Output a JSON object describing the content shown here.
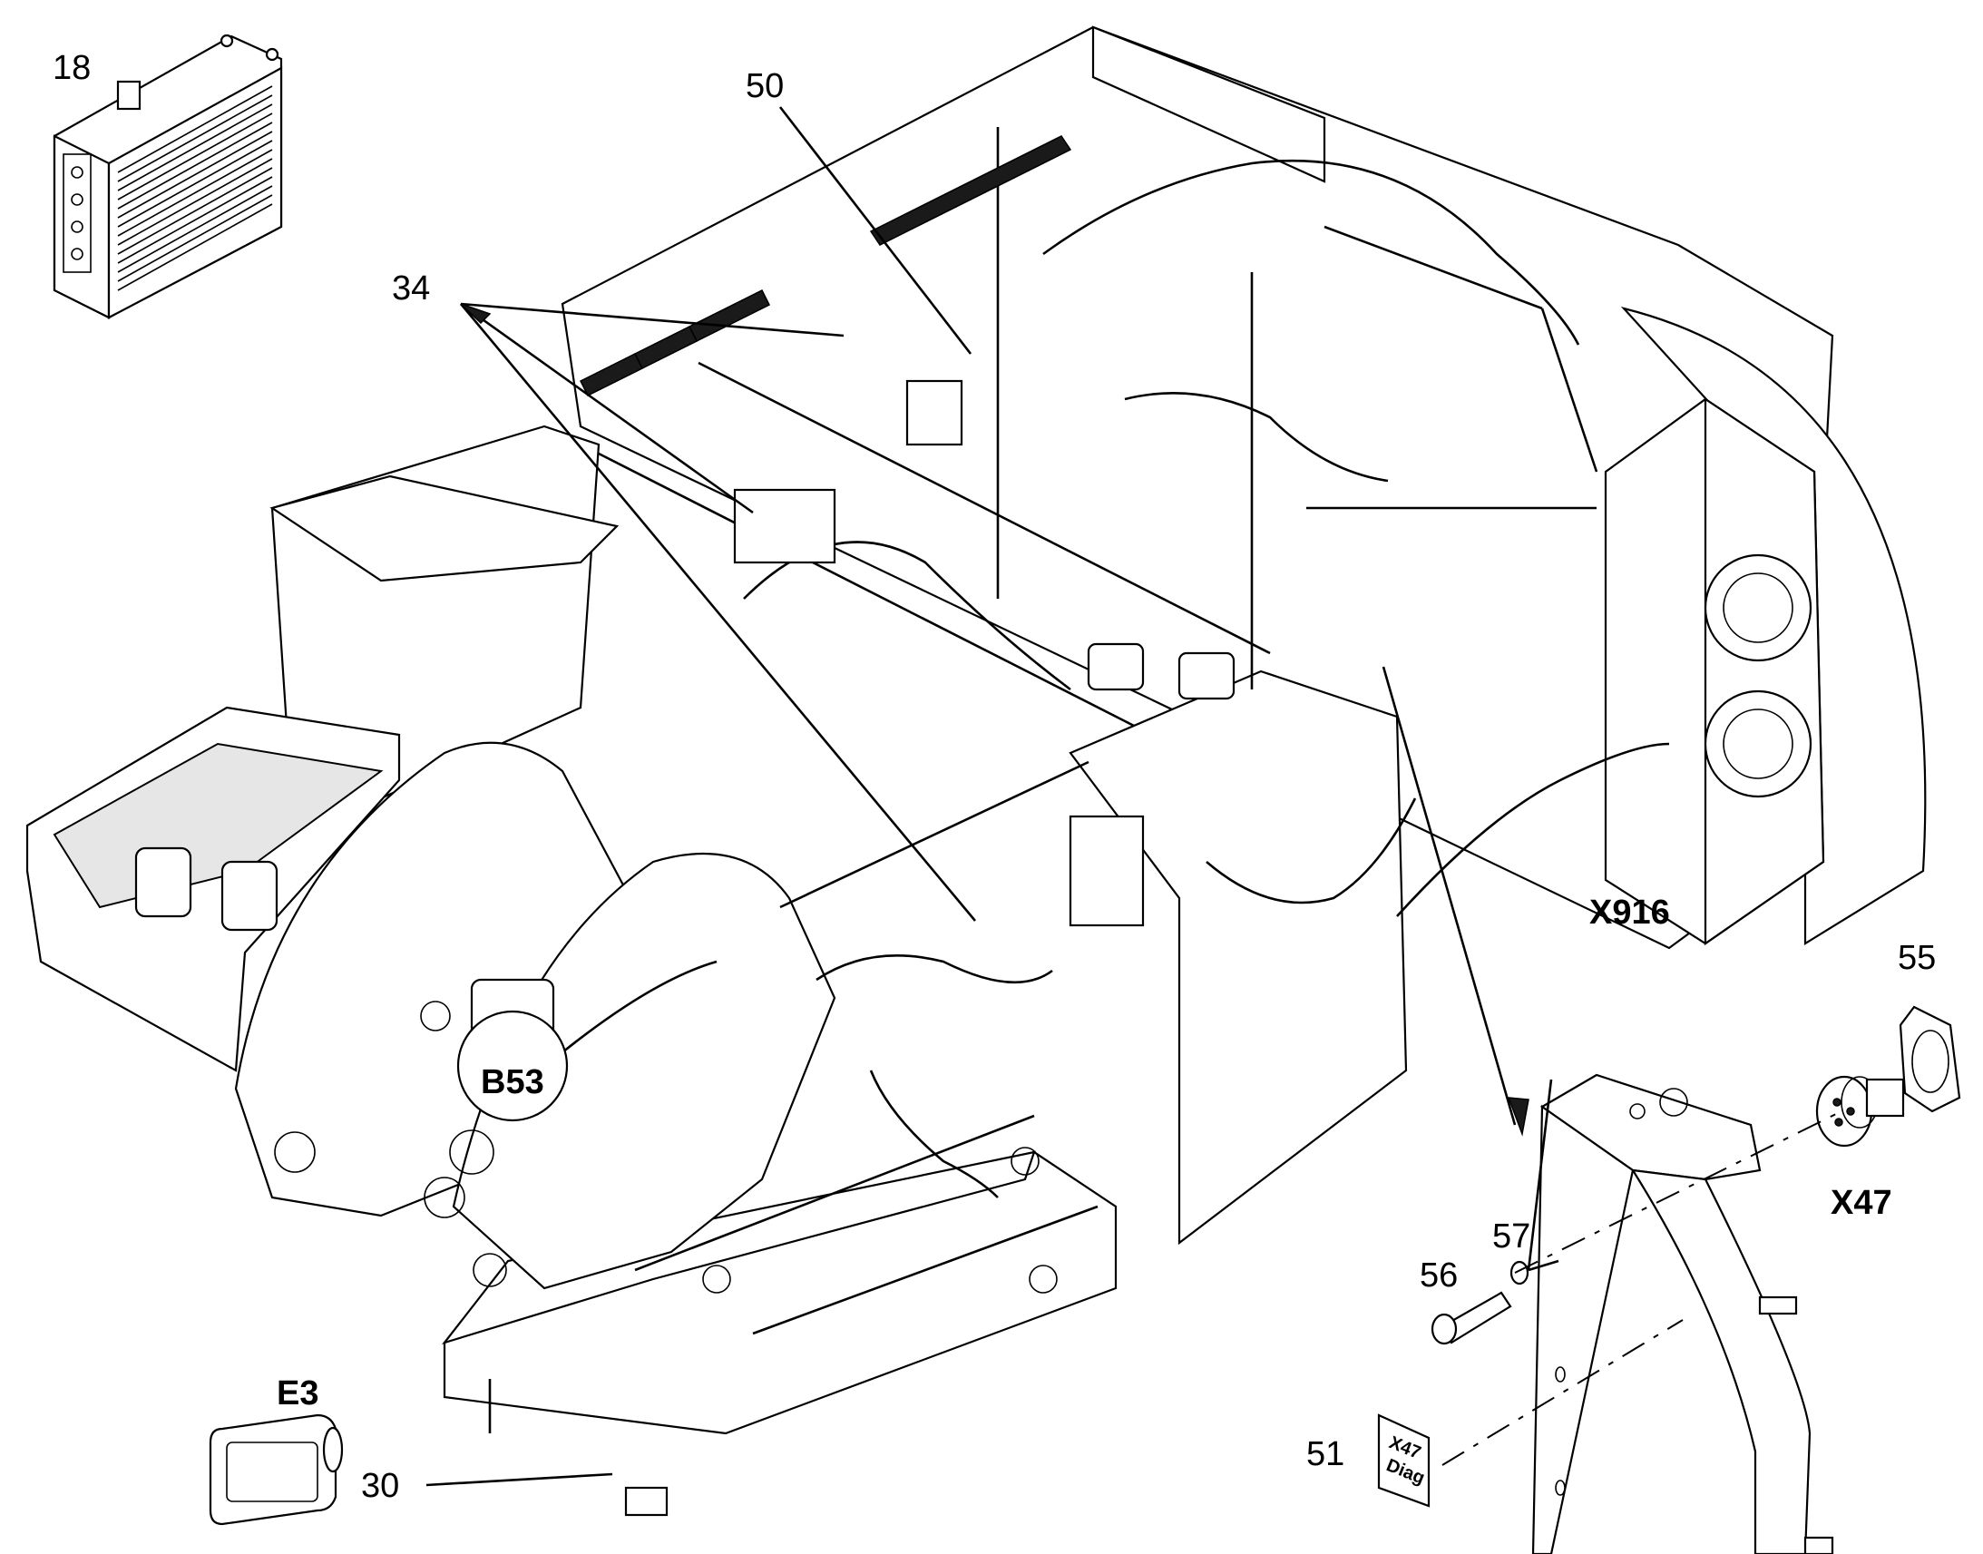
{
  "callouts": {
    "c18": "18",
    "c50": "50",
    "c34": "34",
    "c55": "55",
    "c57": "57",
    "c56": "56",
    "c51": "51",
    "c30": "30",
    "e3": "E3",
    "b53": "B53",
    "x916": "X916",
    "x47": "X47"
  },
  "label_plate": {
    "line1": "X47",
    "line2": "Diag"
  }
}
